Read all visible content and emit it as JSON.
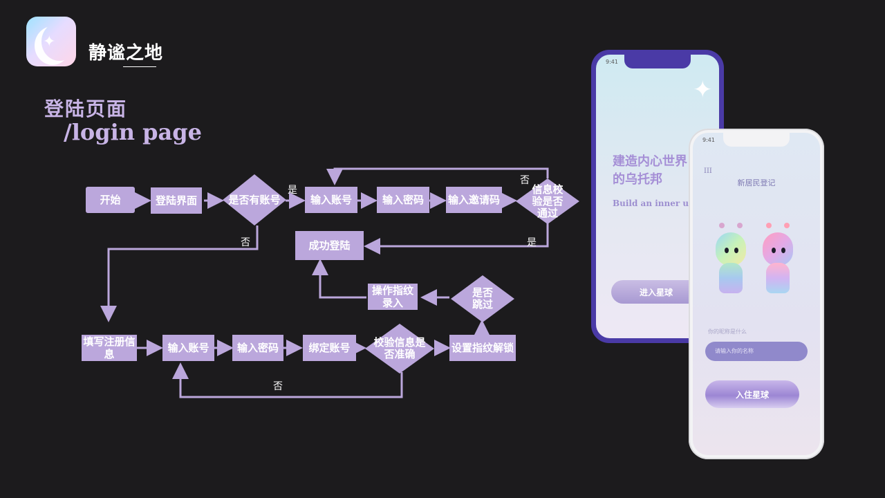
{
  "brand": {
    "name": "静谧之地"
  },
  "page": {
    "title_cn": "登陆页面",
    "title_en": "/login page"
  },
  "flow": {
    "start": "开始",
    "login_page": "登陆界面",
    "has_account": "是否有账号",
    "yes1": "是",
    "enter_account_top": "输入账号",
    "enter_password_top": "输入密码",
    "enter_invite_code": "输入邀请码",
    "verify_pass": "信息校验是否通过",
    "no_top": "否",
    "yes_pass": "是",
    "login_success": "成功登陆",
    "no_account": "否",
    "fingerprint_record": "操作指纹录入",
    "skip_q": "是否跳过",
    "fill_register": "填写注册信息",
    "enter_account_bottom": "输入账号",
    "enter_password_bottom": "输入密码",
    "bind_account": "绑定账号",
    "verify_correct": "校验信息是否准确",
    "set_fingerprint": "设置指纹解锁",
    "no_bottom": "否"
  },
  "phone_back": {
    "time": "9:41",
    "headline_line1": "建造内心世界",
    "headline_line2": "的乌托邦",
    "subtitle": "Build an inner utopia",
    "button": "进入星球"
  },
  "phone_front": {
    "time": "9:41",
    "menu_icon": "III",
    "header": "新居民登记",
    "field_label": "你的昵称是什么",
    "input_placeholder": "请输入你的名称",
    "button": "入住星球"
  },
  "colors": {
    "background": "#1c1b1d",
    "node": "#bba7dc",
    "accent_text": "#c8b4e6",
    "phone_frame": "#4a3aa6"
  }
}
